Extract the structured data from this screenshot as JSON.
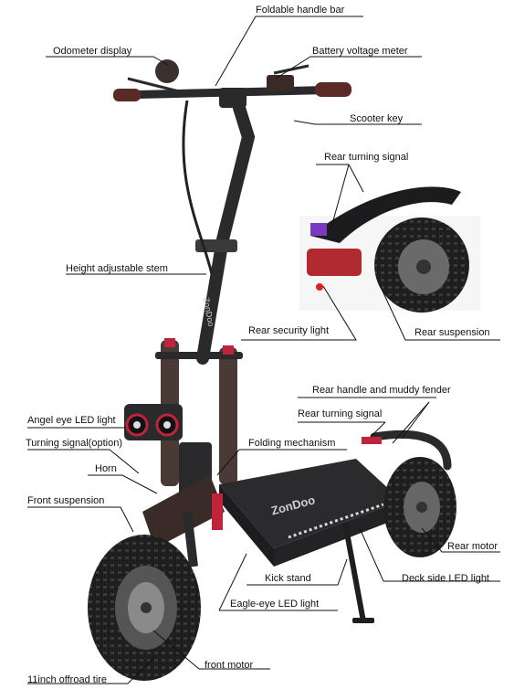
{
  "brand": {
    "deck_logo": "ZonDoo",
    "stem_logo": "ZonDoo"
  },
  "labels": {
    "foldable_handle_bar": "Foldable handle bar",
    "odometer_display": "Odometer display",
    "battery_voltage_meter": "Battery voltage meter",
    "scooter_key": "Scooter key",
    "rear_turning_signal_top": "Rear turning signal",
    "height_adjustable_stem": "Height adjustable stem",
    "rear_security_light": "Rear security light",
    "rear_suspension": "Rear suspension",
    "rear_handle_muddy_fender": "Rear handle and muddy fender",
    "rear_turning_signal": "Rear turning signal",
    "angel_eye_led_light": "Angel eye LED light",
    "turning_signal_option": "Turning signal(option)",
    "folding_mechanism": "Folding mechanism",
    "horn": "Horn",
    "front_suspension": "Front suspension",
    "rear_motor": "Rear motor",
    "kick_stand": "Kick stand",
    "deck_side_led_light": "Deck side LED light",
    "eagle_eye_led_light": "Eagle-eye LED light",
    "front_motor": "front motor",
    "offroad_tire": "11inch offroad tire"
  },
  "colors": {
    "accent_red": "#c0243a",
    "frame_dark": "#2a2a2c",
    "tire": "#1c1c1c"
  }
}
